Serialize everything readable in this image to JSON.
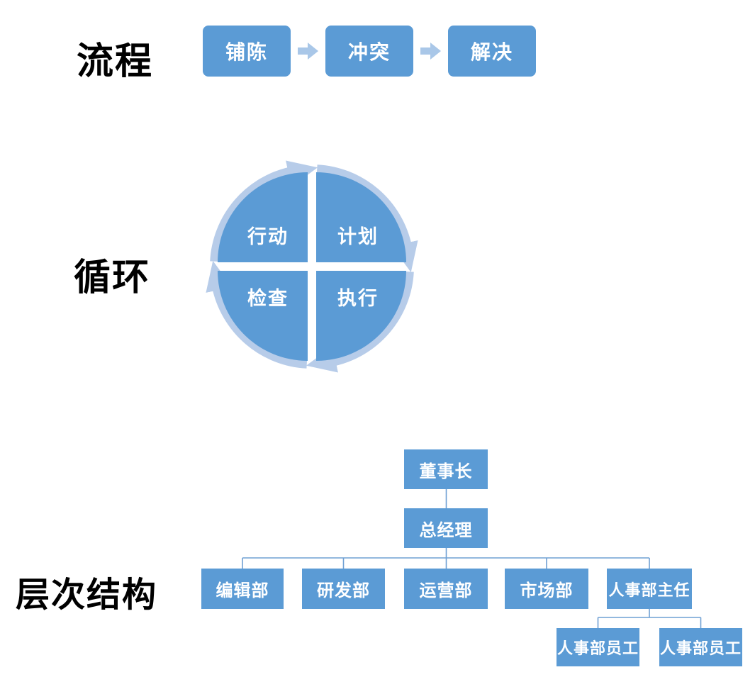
{
  "colors": {
    "shape_blue": "#5B9BD5",
    "flow_arrow_blue": "#A9C7E8",
    "cycle_ring_blue": "#B7CCE9",
    "connector_blue": "#6FA0D4",
    "label_black": "#000000",
    "shape_text_white": "#FFFFFF"
  },
  "flow": {
    "label": "流程",
    "steps": [
      "铺陈",
      "冲突",
      "解决"
    ]
  },
  "cycle": {
    "label": "循环",
    "direction": "clockwise",
    "quadrants": {
      "top_left": "行动",
      "top_right": "计划",
      "bottom_left": "检查",
      "bottom_right": "执行"
    }
  },
  "hierarchy": {
    "label": "层次结构",
    "nodes": [
      {
        "label": "董事长",
        "level": 1,
        "parent": null
      },
      {
        "label": "总经理",
        "level": 2,
        "parent": "董事长"
      },
      {
        "label": "编辑部",
        "level": 3,
        "parent": "总经理"
      },
      {
        "label": "研发部",
        "level": 3,
        "parent": "总经理"
      },
      {
        "label": "运营部",
        "level": 3,
        "parent": "总经理"
      },
      {
        "label": "市场部",
        "level": 3,
        "parent": "总经理"
      },
      {
        "label": "人事部主任",
        "level": 3,
        "parent": "总经理"
      },
      {
        "label": "人事部员工",
        "level": 4,
        "parent": "人事部主任"
      },
      {
        "label": "人事部员工",
        "level": 4,
        "parent": "人事部主任"
      }
    ]
  }
}
